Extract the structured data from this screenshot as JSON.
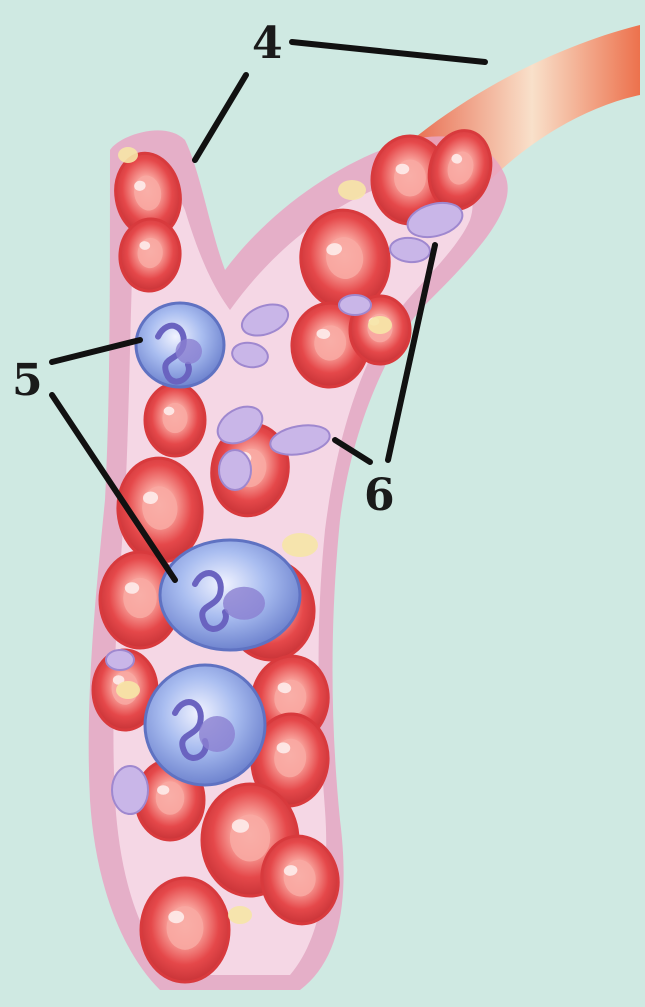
{
  "labels": {
    "vessel_wall": "4",
    "white_cells": "5",
    "platelets": "6"
  },
  "colors": {
    "background": "#cfe9e2",
    "vessel_wall": "#e9a5c3",
    "vessel_plasma": "#f6dbe8",
    "red_cell": "#e5484a",
    "red_cell_center": "#f9b9b3",
    "white_cell": "#8ea9e4",
    "white_cell_nucleus": "#6a63c0",
    "platelet": "#c9b6e8",
    "outer_vessel": "#ef6a4a",
    "leader_line": "#111111"
  }
}
